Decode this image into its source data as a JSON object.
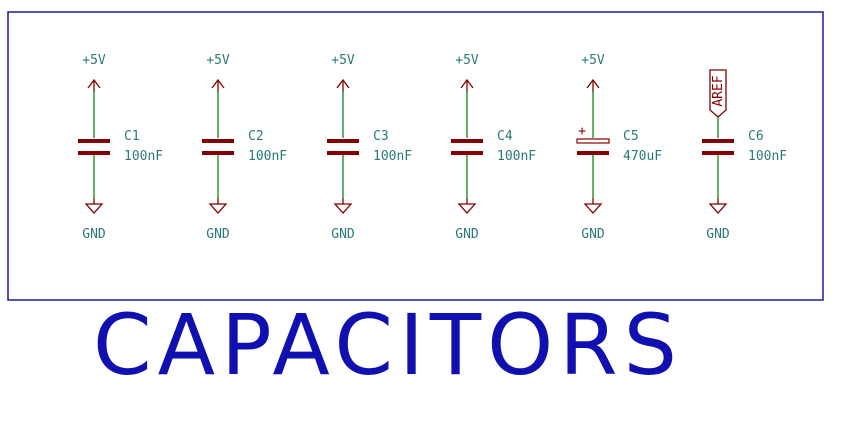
{
  "colors": {
    "frame": "#1a1aa0",
    "wire": "#0e8a10",
    "symbol": "#840000",
    "label": "#2a7a78",
    "title": "#1010b0"
  },
  "title": "CAPACITORS",
  "capacitors": [
    {
      "ref": "C1",
      "value": "100nF",
      "top_label": "+5V",
      "bottom_label": "GND",
      "kind": "ceramic"
    },
    {
      "ref": "C2",
      "value": "100nF",
      "top_label": "+5V",
      "bottom_label": "GND",
      "kind": "ceramic"
    },
    {
      "ref": "C3",
      "value": "100nF",
      "top_label": "+5V",
      "bottom_label": "GND",
      "kind": "ceramic"
    },
    {
      "ref": "C4",
      "value": "100nF",
      "top_label": "+5V",
      "bottom_label": "GND",
      "kind": "ceramic"
    },
    {
      "ref": "C5",
      "value": "470uF",
      "top_label": "+5V",
      "bottom_label": "GND",
      "kind": "polarized"
    },
    {
      "ref": "C6",
      "value": "100nF",
      "top_label": "AREF",
      "bottom_label": "GND",
      "kind": "ceramic-aref"
    }
  ]
}
